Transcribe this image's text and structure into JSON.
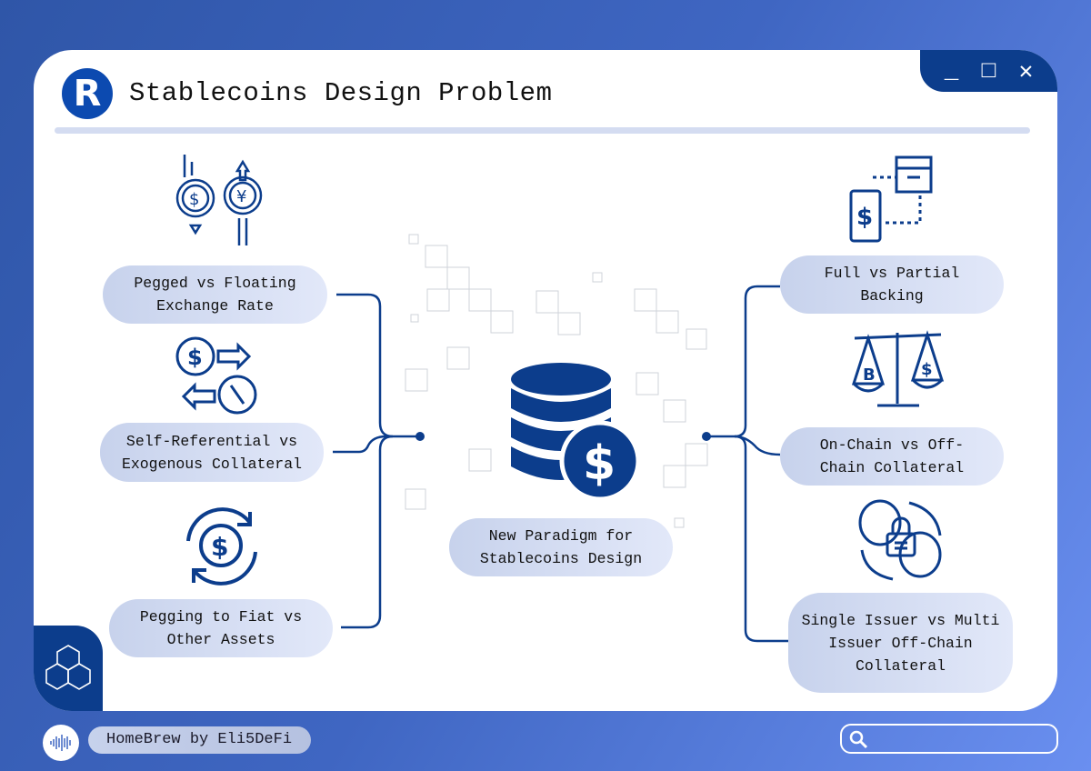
{
  "header": {
    "logo_letter": "R",
    "title": "Stablecoins Design Problem"
  },
  "window_controls": {
    "minimize": "_",
    "maximize": "□",
    "close": "✕"
  },
  "left": [
    {
      "label": "Pegged vs Floating\nExchange Rate",
      "icon": "currency-exchange-icon"
    },
    {
      "label": "Self-Referential vs\nExogenous Collateral",
      "icon": "swap-currency-icon"
    },
    {
      "label": "Pegging to Fiat vs\nOther Assets",
      "icon": "dollar-refresh-icon"
    }
  ],
  "center": {
    "label": "New Paradigm for\nStablecoins Design",
    "icon": "database-dollar-icon"
  },
  "right": [
    {
      "label": "Full vs Partial\nBacking",
      "icon": "phone-box-icon"
    },
    {
      "label": "On-Chain vs Off-\nChain Collateral",
      "icon": "scale-icon"
    },
    {
      "label": "Single Issuer vs Multi\nIssuer Off-Chain\nCollateral",
      "icon": "locked-coins-icon"
    }
  ],
  "footer": {
    "brand": "HomeBrew by Eli5DeFi",
    "search_placeholder": ""
  },
  "colors": {
    "navy": "#0c3d8c",
    "pill": "#d4dcf1"
  }
}
